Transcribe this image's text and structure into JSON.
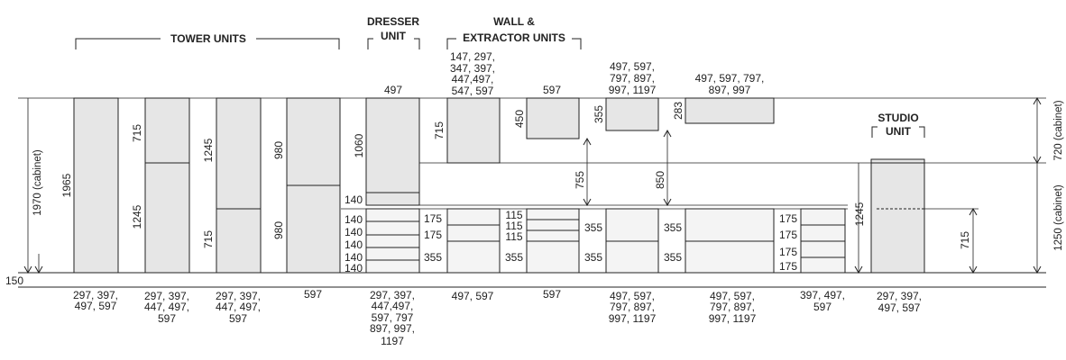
{
  "headers": {
    "tower": "TOWER UNITS",
    "dresser": [
      "DRESSER",
      "UNIT"
    ],
    "wall": [
      "WALL &",
      "EXTRACTOR UNITS"
    ],
    "studio": [
      "STUDIO",
      "UNIT"
    ]
  },
  "top_widths": {
    "dresser": "497",
    "wall1": [
      "147, 297,",
      "347, 397,",
      "447,497,",
      "547, 597"
    ],
    "wall2": "597",
    "wall3": [
      "497, 597,",
      "797, 897,",
      "997, 1197"
    ],
    "wall4": [
      "497, 597, 797,",
      "897, 997"
    ]
  },
  "heights": {
    "h1965": "1965",
    "h715": "715",
    "h1245": "1245",
    "h980": "980",
    "h1060": "1060",
    "h140": "140",
    "h175": "175",
    "h115": "115",
    "h355": "355",
    "h450": "450",
    "h283": "283",
    "h755": "755",
    "h850": "850",
    "h150": "150"
  },
  "side_labels": {
    "left": "1970 (cabinet)",
    "right_top": "720 (cabinet)",
    "right_bottom": "1250 (cabinet)"
  },
  "bottom_widths": [
    [
      "297, 397,",
      "497, 597"
    ],
    [
      "297, 397,",
      "447, 497,",
      "597"
    ],
    [
      "297, 397,",
      "447, 497,",
      "597"
    ],
    [
      "597"
    ],
    [
      "297, 397,",
      "447,497,",
      "597, 797",
      "897, 997,",
      "1197"
    ],
    [
      "497, 597"
    ],
    [
      "597"
    ],
    [
      "497, 597,",
      "797, 897,",
      "997, 1197"
    ],
    [
      "497, 597,",
      "797, 897,",
      "997, 1197"
    ],
    [
      "397, 497,",
      "597"
    ],
    [
      "297, 397,",
      "497, 597"
    ]
  ]
}
